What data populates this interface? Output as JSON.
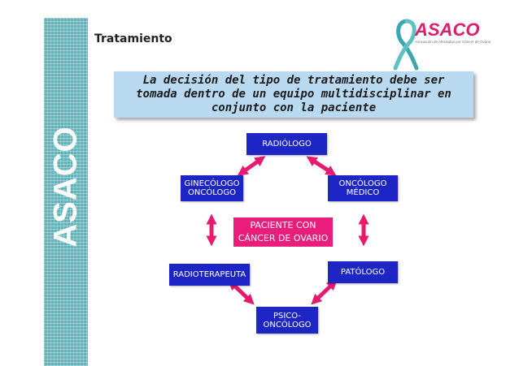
{
  "sidebar": {
    "label": "ASACO"
  },
  "header": {
    "title": "Tratamiento"
  },
  "logo": {
    "name": "ASACO",
    "tagline": "Asociación de Afectados por Cáncer de Ovario"
  },
  "banner": {
    "text": "La decisión del tipo de tratamiento debe ser tomada dentro de un equipo multidisciplinar en conjunto con la paciente"
  },
  "diagram": {
    "center": "PACIENTE CON CÁNCER DE OVARIO",
    "nodes": {
      "radiologo": "RADIÓLOGO",
      "oncologo_medico": "ONCÓLOGO MÉDICO",
      "patologo": "PATÓLOGO",
      "psicooncologo": "PSICO-ONCÓLOGO",
      "radioterapeuta": "RADIOTERAPEUTA",
      "ginecologo": "GINECÓLOGO ONCÓLOGO"
    }
  },
  "colors": {
    "sidebar": "#5fb3b8",
    "node": "#1d26c4",
    "center": "#ea1c7c",
    "arrow": "#e8196f",
    "banner": "#b9d9f1"
  }
}
